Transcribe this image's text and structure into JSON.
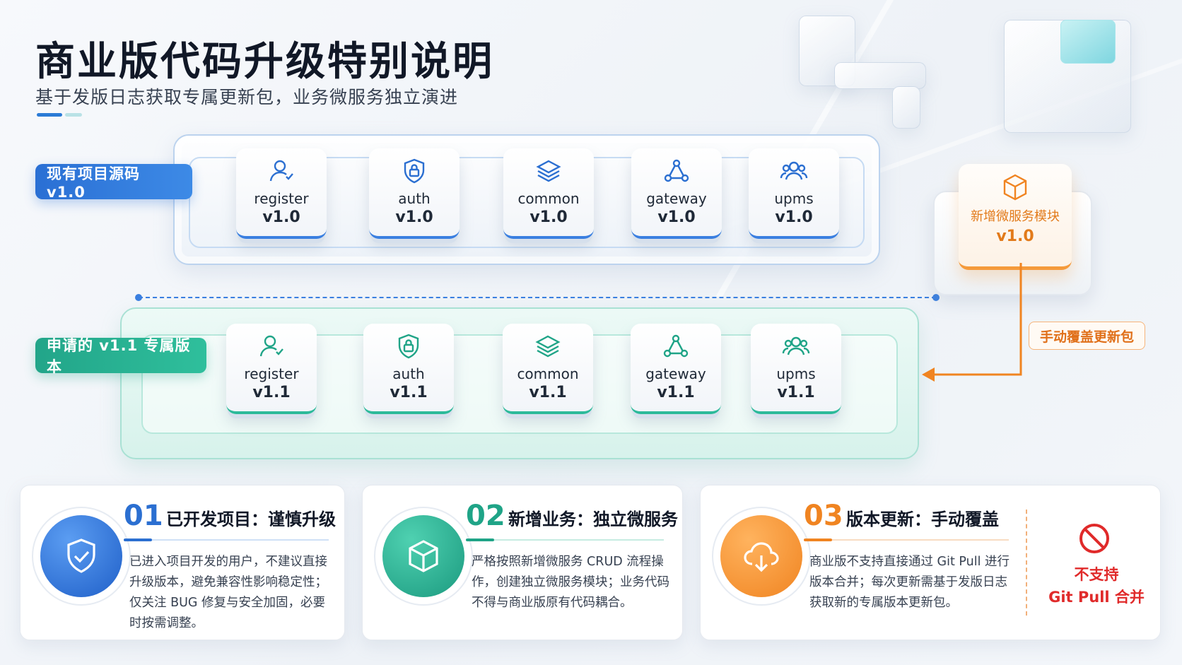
{
  "header": {
    "title": "商业版代码升级特别说明",
    "subtitle": "基于发版日志获取专属更新包，业务微服务独立演进"
  },
  "tags": {
    "current": "现有项目源码 v1.0",
    "applied": "申请的 v1.1 专属版本"
  },
  "modules_v10": [
    {
      "name": "register",
      "version": "v1.0",
      "icon": "user-icon"
    },
    {
      "name": "auth",
      "version": "v1.0",
      "icon": "shield-lock-icon"
    },
    {
      "name": "common",
      "version": "v1.0",
      "icon": "layers-icon"
    },
    {
      "name": "gateway",
      "version": "v1.0",
      "icon": "network-icon"
    },
    {
      "name": "upms",
      "version": "v1.0",
      "icon": "users-icon"
    }
  ],
  "modules_v11": [
    {
      "name": "register",
      "version": "v1.1",
      "icon": "user-icon"
    },
    {
      "name": "auth",
      "version": "v1.1",
      "icon": "shield-lock-icon"
    },
    {
      "name": "common",
      "version": "v1.1",
      "icon": "layers-icon"
    },
    {
      "name": "gateway",
      "version": "v1.1",
      "icon": "network-icon"
    },
    {
      "name": "upms",
      "version": "v1.1",
      "icon": "users-icon"
    }
  ],
  "new_module": {
    "name": "新增微服务模块",
    "version": "v1.0",
    "icon": "cube-icon"
  },
  "manual_label": "手动覆盖更新包",
  "cards": [
    {
      "num": "01",
      "title": "已开发项目：谨慎升级",
      "lines": [
        "已进入项目开发的用户，不建议直接",
        "升级版本，避免兼容性影响稳定性；",
        "仅关注 BUG 修复与安全加固，必要",
        "时按需调整。"
      ],
      "icon": "shield-check-icon"
    },
    {
      "num": "02",
      "title": "新增业务：独立微服务",
      "lines": [
        "严格按照新增微服务 CRUD 流程操",
        "作，创建独立微服务模块；业务代码",
        "不得与商业版原有代码耦合。"
      ],
      "icon": "cube-icon"
    },
    {
      "num": "03",
      "title": "版本更新：手动覆盖",
      "lines": [
        "商业版不支持直接通过 Git Pull 进行",
        "版本合并；每次更新需基于发版日志",
        "获取新的专属版本更新包。"
      ],
      "icon": "cloud-download-icon",
      "warning": [
        "不支持",
        "Git Pull 合并"
      ]
    }
  ],
  "colors": {
    "blue": "#2b6fd1",
    "teal": "#1fa487",
    "orange": "#f08421",
    "red": "#e02a2a"
  }
}
